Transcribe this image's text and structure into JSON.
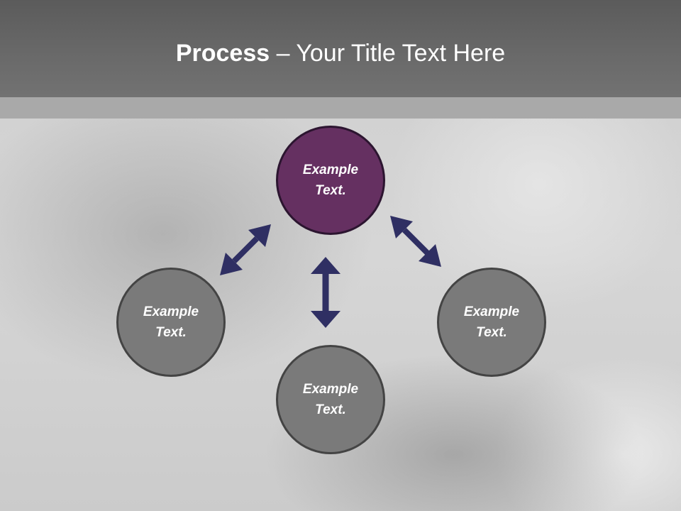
{
  "title": {
    "bold": "Process",
    "rest": " – Your Title Text Here"
  },
  "nodes": {
    "top": {
      "line1": "Example",
      "line2": "Text."
    },
    "left": {
      "line1": "Example",
      "line2": "Text."
    },
    "right": {
      "line1": "Example",
      "line2": "Text."
    },
    "bottom": {
      "line1": "Example",
      "line2": "Text."
    }
  },
  "colors": {
    "top_node": "#653061",
    "other_nodes": "#7a7a7a",
    "arrows": "#2f2f63",
    "header": "#636363"
  }
}
